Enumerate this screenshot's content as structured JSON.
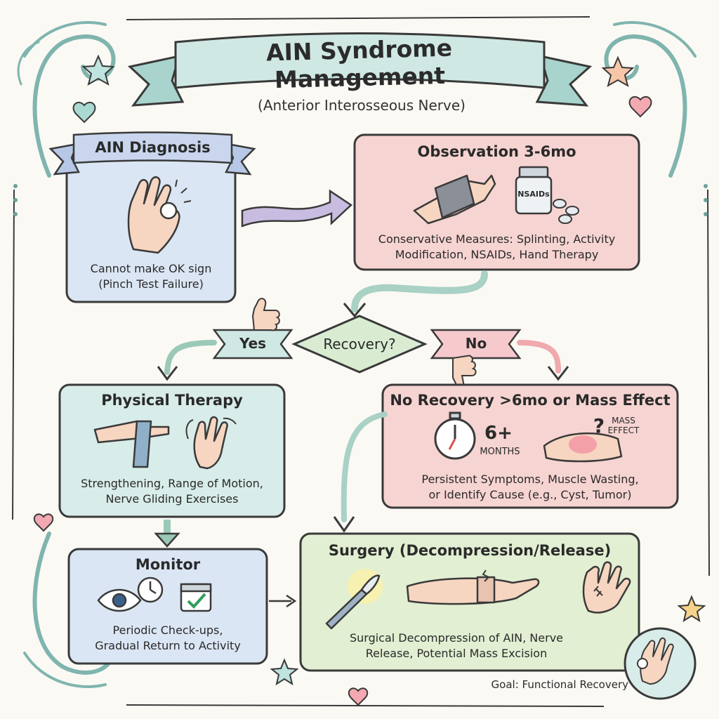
{
  "header": {
    "title": "AIN Syndrome Management",
    "subtitle": "(Anterior Interosseous Nerve)"
  },
  "diagnosis": {
    "title": "AIN Diagnosis",
    "text_line1": "Cannot make OK sign",
    "text_line2": "(Pinch Test Failure)"
  },
  "observation": {
    "title": "Observation 3-6mo",
    "bottle_label": "NSAIDs",
    "text_line1": "Conservative Measures: Splinting, Activity",
    "text_line2": "Modification, NSAIDs, Hand Therapy"
  },
  "decision": {
    "label": "Recovery?",
    "yes_label": "Yes",
    "no_label": "No"
  },
  "physical_therapy": {
    "title": "Physical Therapy",
    "text_line1": "Strengthening, Range of Motion,",
    "text_line2": "Nerve Gliding Exercises"
  },
  "no_recovery": {
    "title": "No Recovery >6mo or Mass Effect",
    "months_number": "6+",
    "months_label": "MONTHS",
    "mass_q": "?",
    "mass_line1": "MASS",
    "mass_line2": "EFFECT",
    "text_line1": "Persistent Symptoms, Muscle Wasting,",
    "text_line2": "or Identify Cause (e.g., Cyst, Tumor)"
  },
  "monitor": {
    "title": "Monitor",
    "text_line1": "Periodic Check-ups,",
    "text_line2": "Gradual Return to Activity"
  },
  "surgery": {
    "title": "Surgery (Decompression/Release)",
    "text_line1": "Surgical Decompression of AIN, Nerve",
    "text_line2": "Release, Potential Mass Excision"
  },
  "goal": {
    "text": "Goal: Functional Recovery"
  },
  "colors": {
    "blue_fill": "#dbe6f4",
    "red_fill": "#f6d4d2",
    "teal_fill": "#d8ece9",
    "green_fill": "#e2efd2",
    "banner_teal": "#cfe8e4",
    "arrow_green": "#9bc9b8"
  }
}
